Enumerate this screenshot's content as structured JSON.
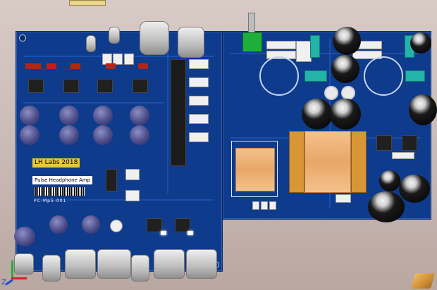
{
  "board": {
    "brand_label": "LH Labs 2018",
    "product_label": "Pulse Headphone Amp",
    "barcode_text": "PC-Mp5-001"
  },
  "view": {
    "axis_z": "Z"
  },
  "colors": {
    "pcb": "#0e3b8c",
    "background": "#cdbcb7",
    "silkscreen_label": "#e8c640"
  },
  "icons": {
    "axis_triad": "xyz-axis-icon",
    "orientation_cube": "view-cube-icon"
  }
}
